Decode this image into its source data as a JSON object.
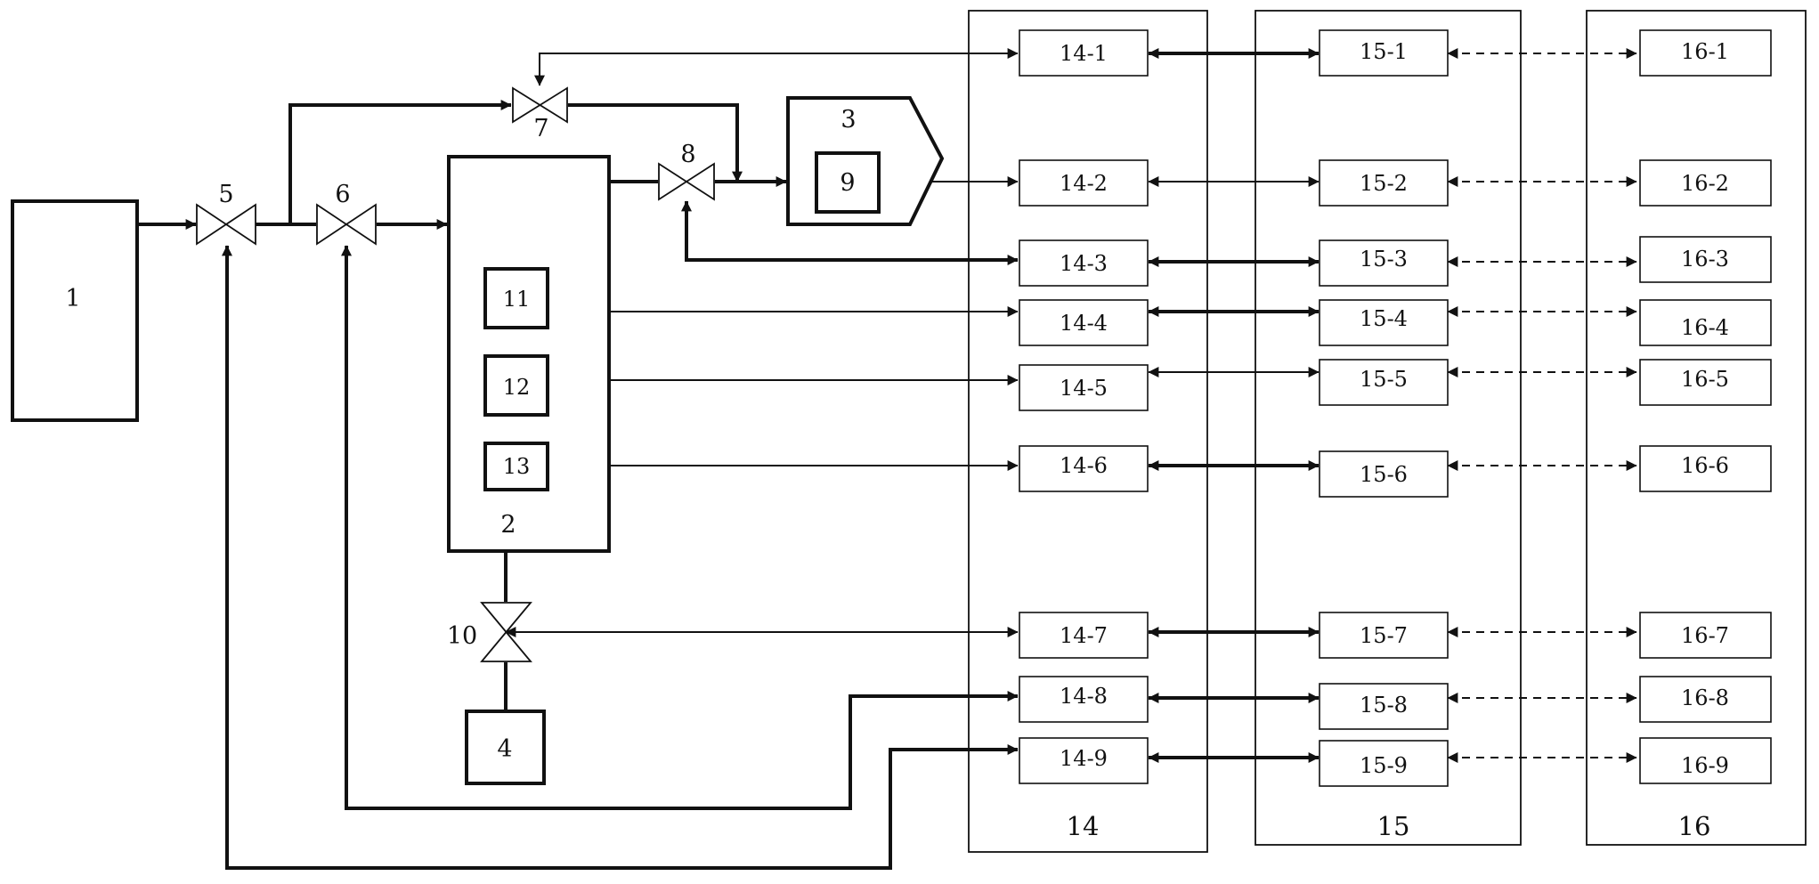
{
  "components": {
    "c1": "1",
    "c2": "2",
    "c3": "3",
    "c4": "4",
    "c9": "9",
    "c11": "11",
    "c12": "12",
    "c13": "13"
  },
  "valves": {
    "v5": "5",
    "v6": "6",
    "v7": "7",
    "v8": "8",
    "v10": "10"
  },
  "columns": {
    "col14": "14",
    "col15": "15",
    "col16": "16"
  },
  "modules14": [
    "14-1",
    "14-2",
    "14-3",
    "14-4",
    "14-5",
    "14-6",
    "14-7",
    "14-8",
    "14-9"
  ],
  "modules15": [
    "15-1",
    "15-2",
    "15-3",
    "15-4",
    "15-5",
    "15-6",
    "15-7",
    "15-8",
    "15-9"
  ],
  "modules16": [
    "16-1",
    "16-2",
    "16-3",
    "16-4",
    "16-5",
    "16-6",
    "16-7",
    "16-8",
    "16-9"
  ]
}
